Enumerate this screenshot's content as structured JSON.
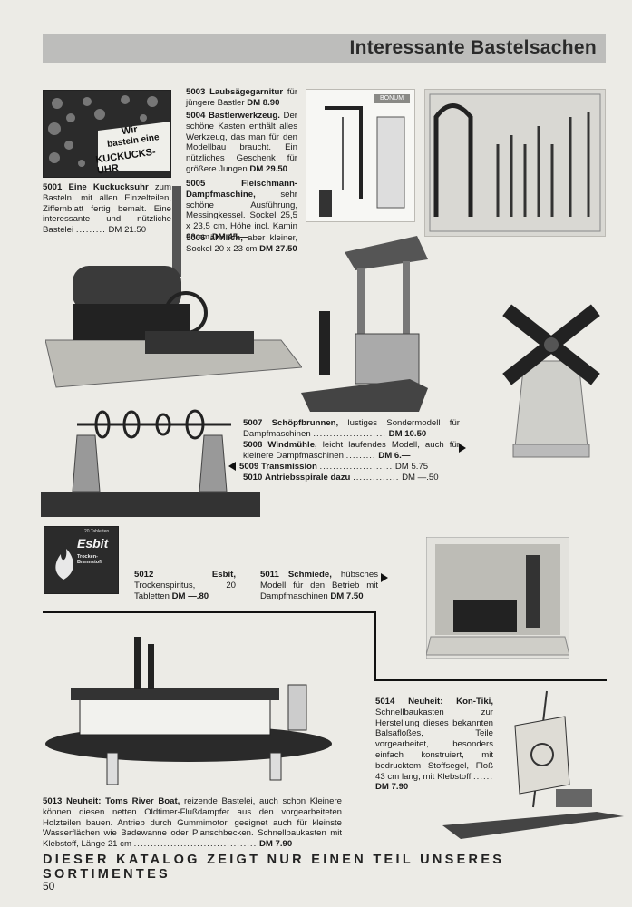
{
  "header": {
    "title": "Interessante Bastelsachen"
  },
  "kuckuck_box": {
    "line1": "Wir",
    "line2": "basteln eine",
    "line3": "KUCKUCKS-UHR"
  },
  "items": {
    "i5001": {
      "num": "5001",
      "name": "Eine Kuckucksuhr",
      "desc": "zum Basteln, mit allen Einzelteilen, Ziffernblatt fertig bemalt. Eine interessante und nützliche Bastelei",
      "price": "DM 21.50"
    },
    "i5003": {
      "num": "5003",
      "name": "Laubsägegarnitur",
      "desc": "für jüngere Bastler",
      "price": "DM 8.90"
    },
    "i5004": {
      "num": "5004",
      "name": "Bastlerwerkzeug.",
      "desc": "Der schöne Kasten enthält alles Werkzeug, das man für den Modellbau braucht. Ein nützliches Geschenk für größere Jungen",
      "price": "DM 29.50"
    },
    "i5005": {
      "num": "5005",
      "name": "Fleischmann-Dampfmaschine,",
      "desc": "sehr schöne Ausführung, Messingkessel. Sockel 25,5 x 23,5 cm, Höhe incl. Kamin 23 cm",
      "price": "DM 45.—"
    },
    "i5006": {
      "num": "5006",
      "name": "ähnlich,",
      "desc": "aber kleiner, Sockel 20 x 23 cm",
      "price": "DM 27.50"
    },
    "i5007": {
      "num": "5007",
      "name": "Schöpfbrunnen,",
      "desc": "lustiges Sondermodell für Dampfmaschinen",
      "price": "DM 10.50"
    },
    "i5008": {
      "num": "5008",
      "name": "Windmühle,",
      "desc": "leicht laufendes Modell, auch für kleinere Dampfmaschinen",
      "price": "DM 6.—"
    },
    "i5009": {
      "num": "5009",
      "name": "Transmission",
      "price": "DM 5.75"
    },
    "i5010": {
      "num": "5010",
      "name": "Antriebsspirale dazu",
      "price": "DM —.50"
    },
    "i5011": {
      "num": "5011",
      "name": "Schmiede,",
      "desc": "hübsches Modell für den Betrieb mit Dampfmaschinen",
      "price": "DM 7.50"
    },
    "i5012": {
      "num": "5012",
      "name": "Esbit,",
      "desc": "Trockenspiritus, 20 Tabletten",
      "price": "DM —.80"
    },
    "i5013": {
      "num": "5013",
      "name": "Neuheit: Toms River Boat,",
      "desc": "reizende Bastelei, auch schon Kleinere können diesen netten Oldtimer-Flußdampfer aus den vorgearbeiteten Holzteilen bauen. Antrieb durch Gummimotor, geeignet auch für kleinste Wasserflächen wie Badewanne oder Planschbecken. Schnellbaukasten mit Klebstoff, Länge 21 cm",
      "price": "DM 7.90"
    },
    "i5014": {
      "num": "5014",
      "name": "Neuheit: Kon-Tiki,",
      "desc": "Schnellbaukasten zur Herstellung dieses bekannten Balsafloßes, Teile vorgearbeitet, besonders einfach konstruiert, mit bedrucktem Stoffsegel, Floß 43 cm lang, mit Klebstoff",
      "price": "DM 7.90"
    }
  },
  "esbit_box": {
    "top": "20 Tabletten",
    "brand": "Esbit",
    "sub": "Trocken-Brennstoff"
  },
  "tool_box_label": "BONUM",
  "footer": "DIESER KATALOG ZEIGT NUR EINEN TEIL UNSERES SORTIMENTES",
  "page_number": "50"
}
